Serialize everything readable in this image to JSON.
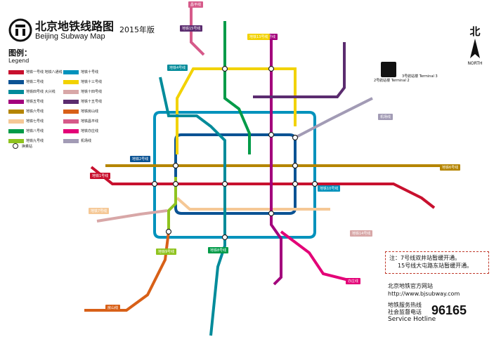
{
  "title": {
    "cn": "北京地铁线路图",
    "en": "Beijing Subway Map",
    "edition": "2015年版"
  },
  "legend": {
    "title": "图例：",
    "subtitle": "Legend",
    "items": [
      {
        "label": "地铁一号线 地铁八通线",
        "color": "#c8102e"
      },
      {
        "label": "地铁十号线",
        "color": "#0092bc"
      },
      {
        "label": "地铁二号线",
        "color": "#0b5394"
      },
      {
        "label": "地铁十三号线",
        "color": "#f2d200"
      },
      {
        "label": "地铁四号线 大兴线",
        "color": "#008b9a"
      },
      {
        "label": "地铁十四号线",
        "color": "#d8a7a7"
      },
      {
        "label": "地铁五号线",
        "color": "#a3007c"
      },
      {
        "label": "地铁十五号线",
        "color": "#5b2c6f"
      },
      {
        "label": "地铁六号线",
        "color": "#b58500"
      },
      {
        "label": "地铁房山线",
        "color": "#d86018"
      },
      {
        "label": "地铁七号线",
        "color": "#f5c896"
      },
      {
        "label": "地铁昌平线",
        "color": "#d65a8a"
      },
      {
        "label": "地铁八号线",
        "color": "#009b48"
      },
      {
        "label": "地铁亦庄线",
        "color": "#e30077"
      },
      {
        "label": "地铁九号线",
        "color": "#8fc31f"
      },
      {
        "label": "机场线",
        "color": "#a29bb5"
      }
    ],
    "transfer_label": "换乘站"
  },
  "north": {
    "cn": "北",
    "en": "NORTH"
  },
  "airport": {
    "t2": "2号航站楼 Terminal 2",
    "t3": "3号航站楼 Terminal 3"
  },
  "notes": [
    "注：7号线双井站暂缓开通。",
    "15号线大屯路东站暂缓开通。"
  ],
  "website": {
    "label": "北京地铁官方网站",
    "url": "http://www.bjsubway.com"
  },
  "hotline": {
    "line1": "地铁服务热线",
    "line2": "社会监督电话",
    "en": "Service Hotline",
    "number": "96165"
  },
  "line_labels": [
    {
      "text": "地铁1号线",
      "color": "#c8102e"
    },
    {
      "text": "地铁2号线",
      "color": "#0b5394"
    },
    {
      "text": "地铁4号线",
      "color": "#008b9a"
    },
    {
      "text": "地铁5号线",
      "color": "#a3007c"
    },
    {
      "text": "地铁6号线",
      "color": "#b58500"
    },
    {
      "text": "地铁7号线",
      "color": "#f5c896"
    },
    {
      "text": "地铁8号线",
      "color": "#009b48"
    },
    {
      "text": "地铁9号线",
      "color": "#8fc31f"
    },
    {
      "text": "地铁10号线",
      "color": "#0092bc"
    },
    {
      "text": "地铁13号线",
      "color": "#f2d200"
    },
    {
      "text": "地铁14号线",
      "color": "#d8a7a7"
    },
    {
      "text": "地铁15号线",
      "color": "#5b2c6f"
    },
    {
      "text": "房山线",
      "color": "#d86018"
    },
    {
      "text": "昌平线",
      "color": "#d65a8a"
    },
    {
      "text": "亦庄线",
      "color": "#e30077"
    },
    {
      "text": "机场线",
      "color": "#a29bb5"
    }
  ]
}
